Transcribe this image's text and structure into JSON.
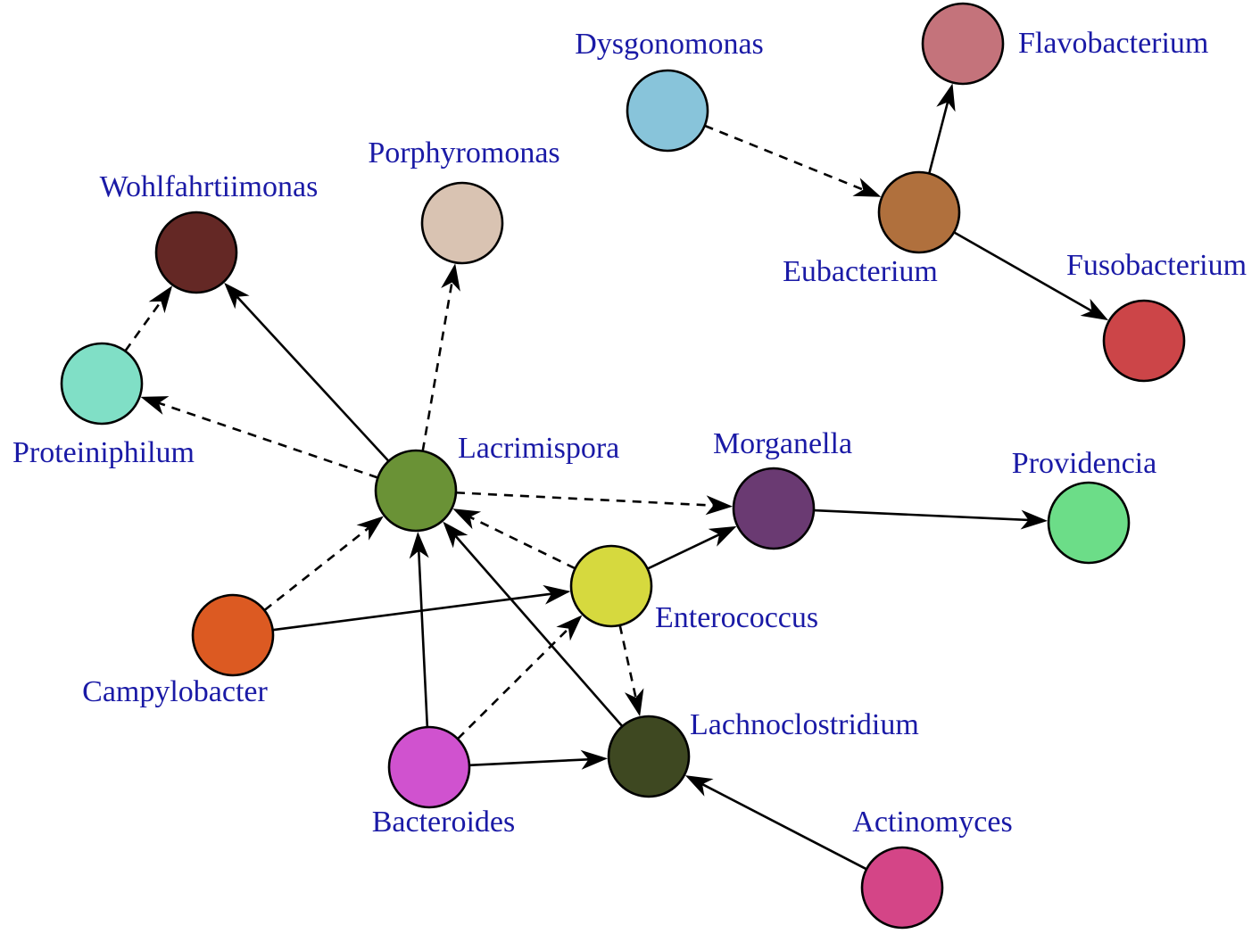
{
  "label_color": "#1a1aa6",
  "edge_color": "#000000",
  "nodes": [
    {
      "id": "dysgonomonas",
      "label": "Dysgonomonas",
      "color": "#88c4da"
    },
    {
      "id": "flavobacterium",
      "label": "Flavobacterium",
      "color": "#c4737b"
    },
    {
      "id": "eubacterium",
      "label": "Eubacterium",
      "color": "#b0703d"
    },
    {
      "id": "fusobacterium",
      "label": "Fusobacterium",
      "color": "#cc4548"
    },
    {
      "id": "porphyromonas",
      "label": "Porphyromonas",
      "color": "#d9c3b2"
    },
    {
      "id": "wohlfahrtiimonas",
      "label": "Wohlfahrtiimonas",
      "color": "#642825"
    },
    {
      "id": "proteiniphilum",
      "label": "Proteiniphilum",
      "color": "#80dfc6"
    },
    {
      "id": "lacrimispora",
      "label": "Lacrimispora",
      "color": "#6a9236"
    },
    {
      "id": "morganella",
      "label": "Morganella",
      "color": "#6a3a72"
    },
    {
      "id": "providencia",
      "label": "Providencia",
      "color": "#6cdd88"
    },
    {
      "id": "enterococcus",
      "label": "Enterococcus",
      "color": "#d6d93e"
    },
    {
      "id": "campylobacter",
      "label": "Campylobacter",
      "color": "#dc5a22"
    },
    {
      "id": "lachnoclostridium",
      "label": "Lachnoclostridium",
      "color": "#3e4821"
    },
    {
      "id": "bacteroides",
      "label": "Bacteroides",
      "color": "#d052cf"
    },
    {
      "id": "actinomyces",
      "label": "Actinomyces",
      "color": "#d44587"
    }
  ],
  "edges": [
    {
      "from": "dysgonomonas",
      "to": "eubacterium",
      "style": "dashed"
    },
    {
      "from": "eubacterium",
      "to": "flavobacterium",
      "style": "solid"
    },
    {
      "from": "eubacterium",
      "to": "fusobacterium",
      "style": "solid"
    },
    {
      "from": "lacrimispora",
      "to": "porphyromonas",
      "style": "dashed"
    },
    {
      "from": "lacrimispora",
      "to": "wohlfahrtiimonas",
      "style": "solid"
    },
    {
      "from": "proteiniphilum",
      "to": "wohlfahrtiimonas",
      "style": "dashed"
    },
    {
      "from": "lacrimispora",
      "to": "proteiniphilum",
      "style": "dashed"
    },
    {
      "from": "lacrimispora",
      "to": "morganella",
      "style": "dashed"
    },
    {
      "from": "morganella",
      "to": "providencia",
      "style": "solid"
    },
    {
      "from": "enterococcus",
      "to": "morganella",
      "style": "solid"
    },
    {
      "from": "enterococcus",
      "to": "lacrimispora",
      "style": "dashed"
    },
    {
      "from": "campylobacter",
      "to": "lacrimispora",
      "style": "dashed"
    },
    {
      "from": "campylobacter",
      "to": "enterococcus",
      "style": "solid"
    },
    {
      "from": "enterococcus",
      "to": "lachnoclostridium",
      "style": "dashed"
    },
    {
      "from": "bacteroides",
      "to": "lacrimispora",
      "style": "solid"
    },
    {
      "from": "bacteroides",
      "to": "enterococcus",
      "style": "dashed"
    },
    {
      "from": "bacteroides",
      "to": "lachnoclostridium",
      "style": "solid"
    },
    {
      "from": "lachnoclostridium",
      "to": "lacrimispora",
      "style": "solid"
    },
    {
      "from": "actinomyces",
      "to": "lachnoclostridium",
      "style": "solid"
    }
  ]
}
